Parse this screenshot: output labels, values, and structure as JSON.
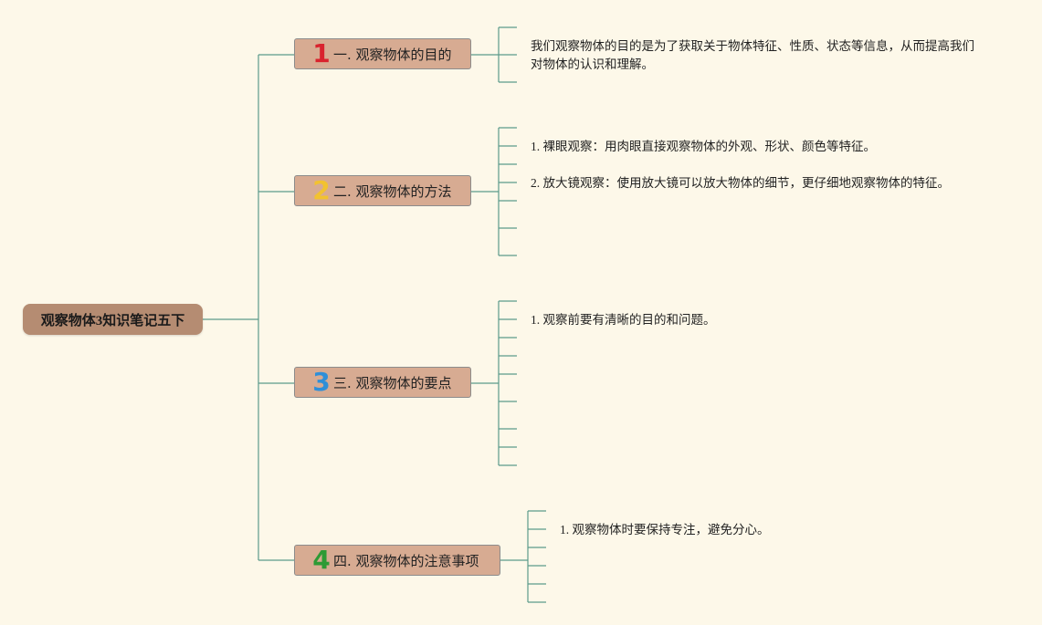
{
  "root": {
    "title": "观察物体3知识笔记五下"
  },
  "colors": {
    "background": "#fdf8e9",
    "root_fill": "#b58c72",
    "branch_fill": "#d7ab92",
    "connector": "#5b9a8b",
    "num1": "#d9232e",
    "num2": "#f2c230",
    "num3": "#2f8fd8",
    "num4": "#2e9a35"
  },
  "branches": [
    {
      "num": "1",
      "label": "一. 观察物体的目的",
      "items": [
        "我们观察物体的目的是为了获取关于物体特征、性质、状态等信息，从而提高我们对物体的认识和理解。"
      ]
    },
    {
      "num": "2",
      "label": "二. 观察物体的方法",
      "items": [
        "1. 裸眼观察：用肉眼直接观察物体的外观、形状、颜色等特征。",
        "2. 放大镜观察：使用放大镜可以放大物体的细节，更仔细地观察物体的特征。"
      ]
    },
    {
      "num": "3",
      "label": "三. 观察物体的要点",
      "items": [
        "1. 观察前要有清晰的目的和问题。"
      ]
    },
    {
      "num": "4",
      "label": "四. 观察物体的注意事项",
      "items": [
        "1. 观察物体时要保持专注，避免分心。"
      ]
    }
  ]
}
